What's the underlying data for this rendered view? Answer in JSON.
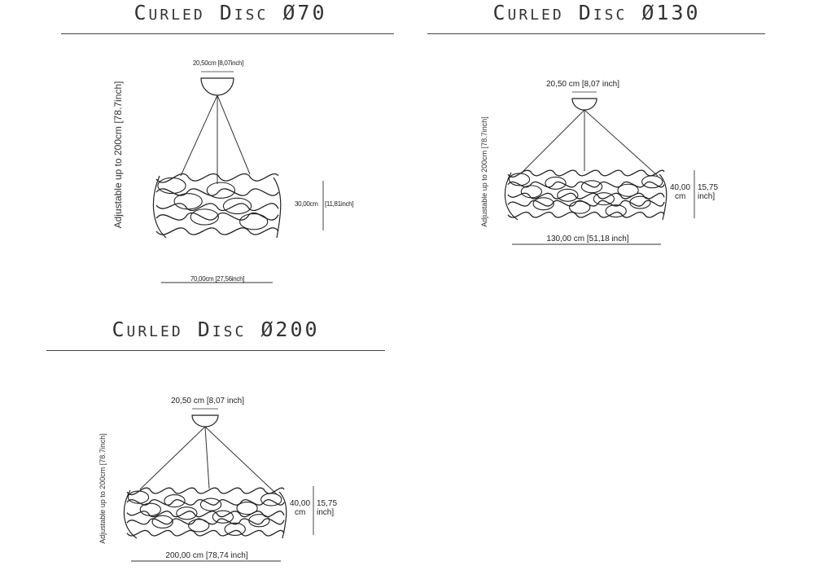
{
  "panels": [
    {
      "title": "Curled Disc Ø70",
      "canopy_width": "20,50cm [8,07inch]",
      "adjustable": "Adjustable up to 200cm [78.7inch]",
      "height_cm": "30,00cm",
      "height_inch": "[11,81inch]",
      "width": "70,00cm [27,56inch]"
    },
    {
      "title": "Curled Disc Ø130",
      "canopy_width": "20,50 cm [8,07 inch]",
      "adjustable": "Adjustable up to 200cm [78.7inch]",
      "height_cm_value": "40,00",
      "height_cm_unit": "cm",
      "height_inch_value": "15,75",
      "height_inch_unit": "inch]",
      "width": "130,00 cm [51,18  inch]"
    },
    {
      "title": "Curled Disc Ø200",
      "canopy_width": "20,50 cm [8,07 inch]",
      "adjustable": "Adjustable up to 200cm [78.7inch]",
      "height_cm_value": "40,00",
      "height_cm_unit": "cm",
      "height_inch_value": "15,75",
      "height_inch_unit": "inch]",
      "width": "200,00 cm [78,74 inch]"
    }
  ]
}
